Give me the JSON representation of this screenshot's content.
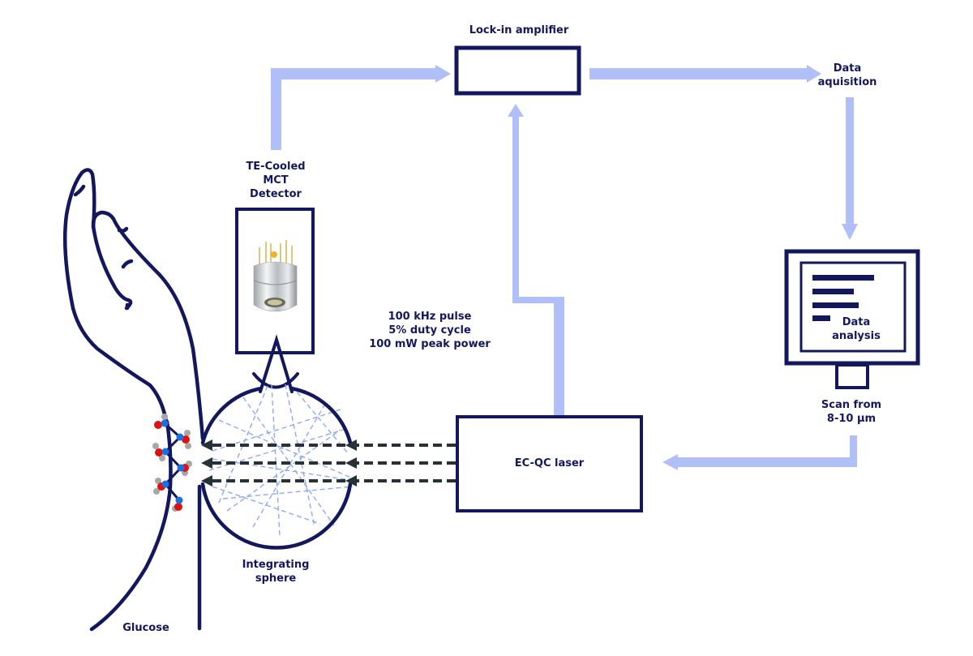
{
  "title": "Non-invasive glucose sensing setup",
  "colors": {
    "outline": "#13175e",
    "flow_arrow": "#b0bff7",
    "beam": "#263238",
    "scatter": "#8fa8f5",
    "oxygen_atom": "#e01010",
    "carbon_atom": "#1d6fe0",
    "hydrogen_atom": "#a7a7a7"
  },
  "labels": {
    "lock_in": "Lock-in amplifier",
    "data_acq_line1": "Data",
    "data_acq_line2": "aquisition",
    "detector_line1": "TE-Cooled",
    "detector_line2": "MCT",
    "detector_line3": "Detector",
    "pulse_line1": "100 kHz pulse",
    "pulse_line2": "5% duty cycle",
    "pulse_line3": "100 mW peak power",
    "analysis_line1": "Data",
    "analysis_line2": "analysis",
    "scan_line1": "Scan from",
    "scan_line2": "8-10 µm",
    "laser": "EC-QC laser",
    "sphere_line1": "Integrating",
    "sphere_line2": "sphere",
    "glucose": "Glucose"
  }
}
